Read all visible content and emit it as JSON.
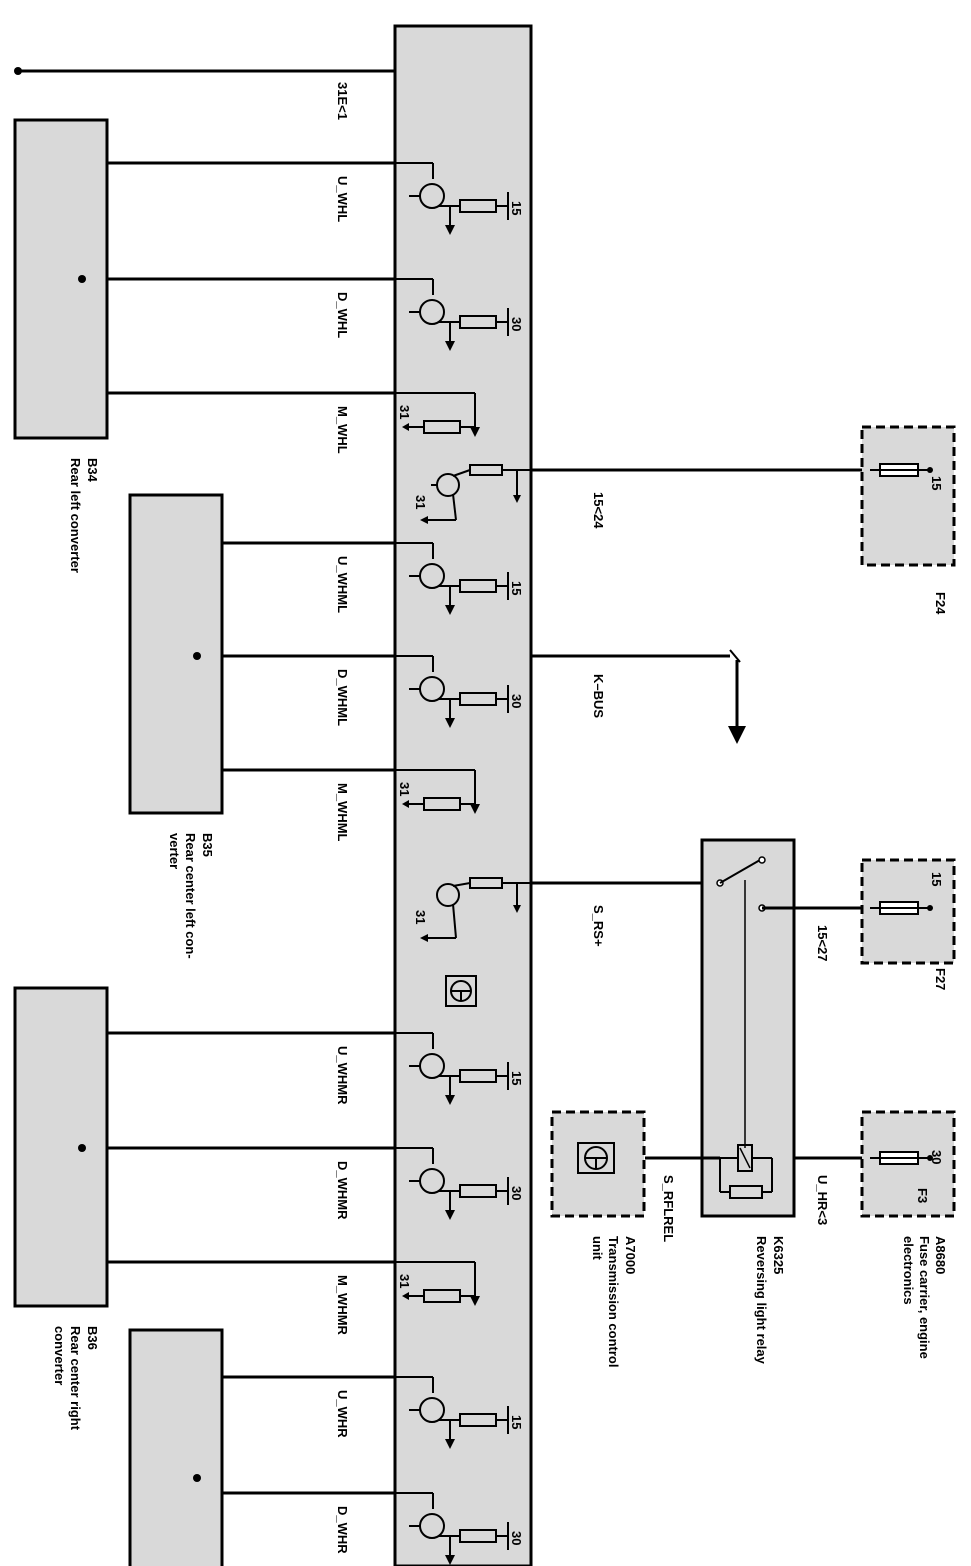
{
  "colors": {
    "box_fill": "#d9d9d9",
    "line": "#000000",
    "background": "#ffffff"
  },
  "ground_label": "31E<1",
  "converters": [
    {
      "id": "B34",
      "name": "Rear left converter"
    },
    {
      "id": "B35",
      "name": "Rear center left con-\nverter"
    },
    {
      "id": "B36",
      "name": "Rear center right\nconverter"
    }
  ],
  "signals": [
    {
      "label": "U_WHL",
      "pin": "15"
    },
    {
      "label": "D_WHL",
      "pin": "30"
    },
    {
      "label": "M_WHL",
      "pin": "31"
    },
    {
      "label": "U_WHML",
      "pin": "15"
    },
    {
      "label": "D_WHML",
      "pin": "30"
    },
    {
      "label": "M_WHML",
      "pin": "31"
    },
    {
      "label": "U_WHMR",
      "pin": "15"
    },
    {
      "label": "D_WHMR",
      "pin": "30"
    },
    {
      "label": "M_WHMR",
      "pin": "31"
    },
    {
      "label": "U_WHR",
      "pin": "15"
    },
    {
      "label": "D_WHR",
      "pin": "30"
    }
  ],
  "internal_pins": {
    "ground": "31"
  },
  "wires": {
    "w_15_24": "15<24",
    "k_bus": "K–BUS",
    "s_rs": "S_RS+",
    "w_15_27": "15<27",
    "u_hr": "U_HR<3",
    "s_rflrel": "S_RFLREL"
  },
  "fuses": [
    {
      "id": "F24",
      "pin": "15"
    },
    {
      "id": "F27",
      "pin": "15"
    },
    {
      "id": "F3",
      "pin": "30",
      "carrier_id": "A8680",
      "carrier_name": "Fuse carrier, engine\nelectronics"
    }
  ],
  "relay": {
    "id": "K6325",
    "name": "Reversing light relay"
  },
  "tcu": {
    "id": "A7000",
    "name": "Transmission control\nunit"
  }
}
